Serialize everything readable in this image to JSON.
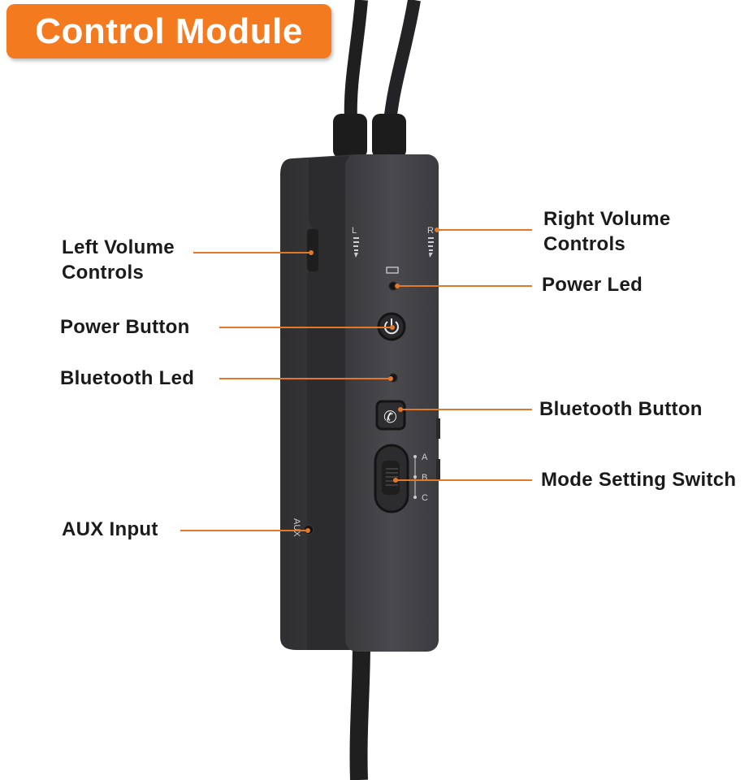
{
  "title": "Control Module",
  "device_markings": {
    "left": "L",
    "right": "R",
    "mode_a": "A",
    "mode_b": "B",
    "mode_c": "C",
    "aux": "AUX"
  },
  "callouts": {
    "left_volume": {
      "line1": "Left Volume",
      "line2": "Controls"
    },
    "right_volume": {
      "line1": "Right Volume",
      "line2": "Controls"
    },
    "power_led": "Power Led",
    "power_button": "Power Button",
    "bluetooth_led": "Bluetooth Led",
    "bluetooth_button": "Bluetooth Button",
    "mode_switch": "Mode Setting Switch",
    "aux_input": "AUX Input"
  },
  "colors": {
    "accent": "#f47a20",
    "device": "#3f3f42"
  }
}
